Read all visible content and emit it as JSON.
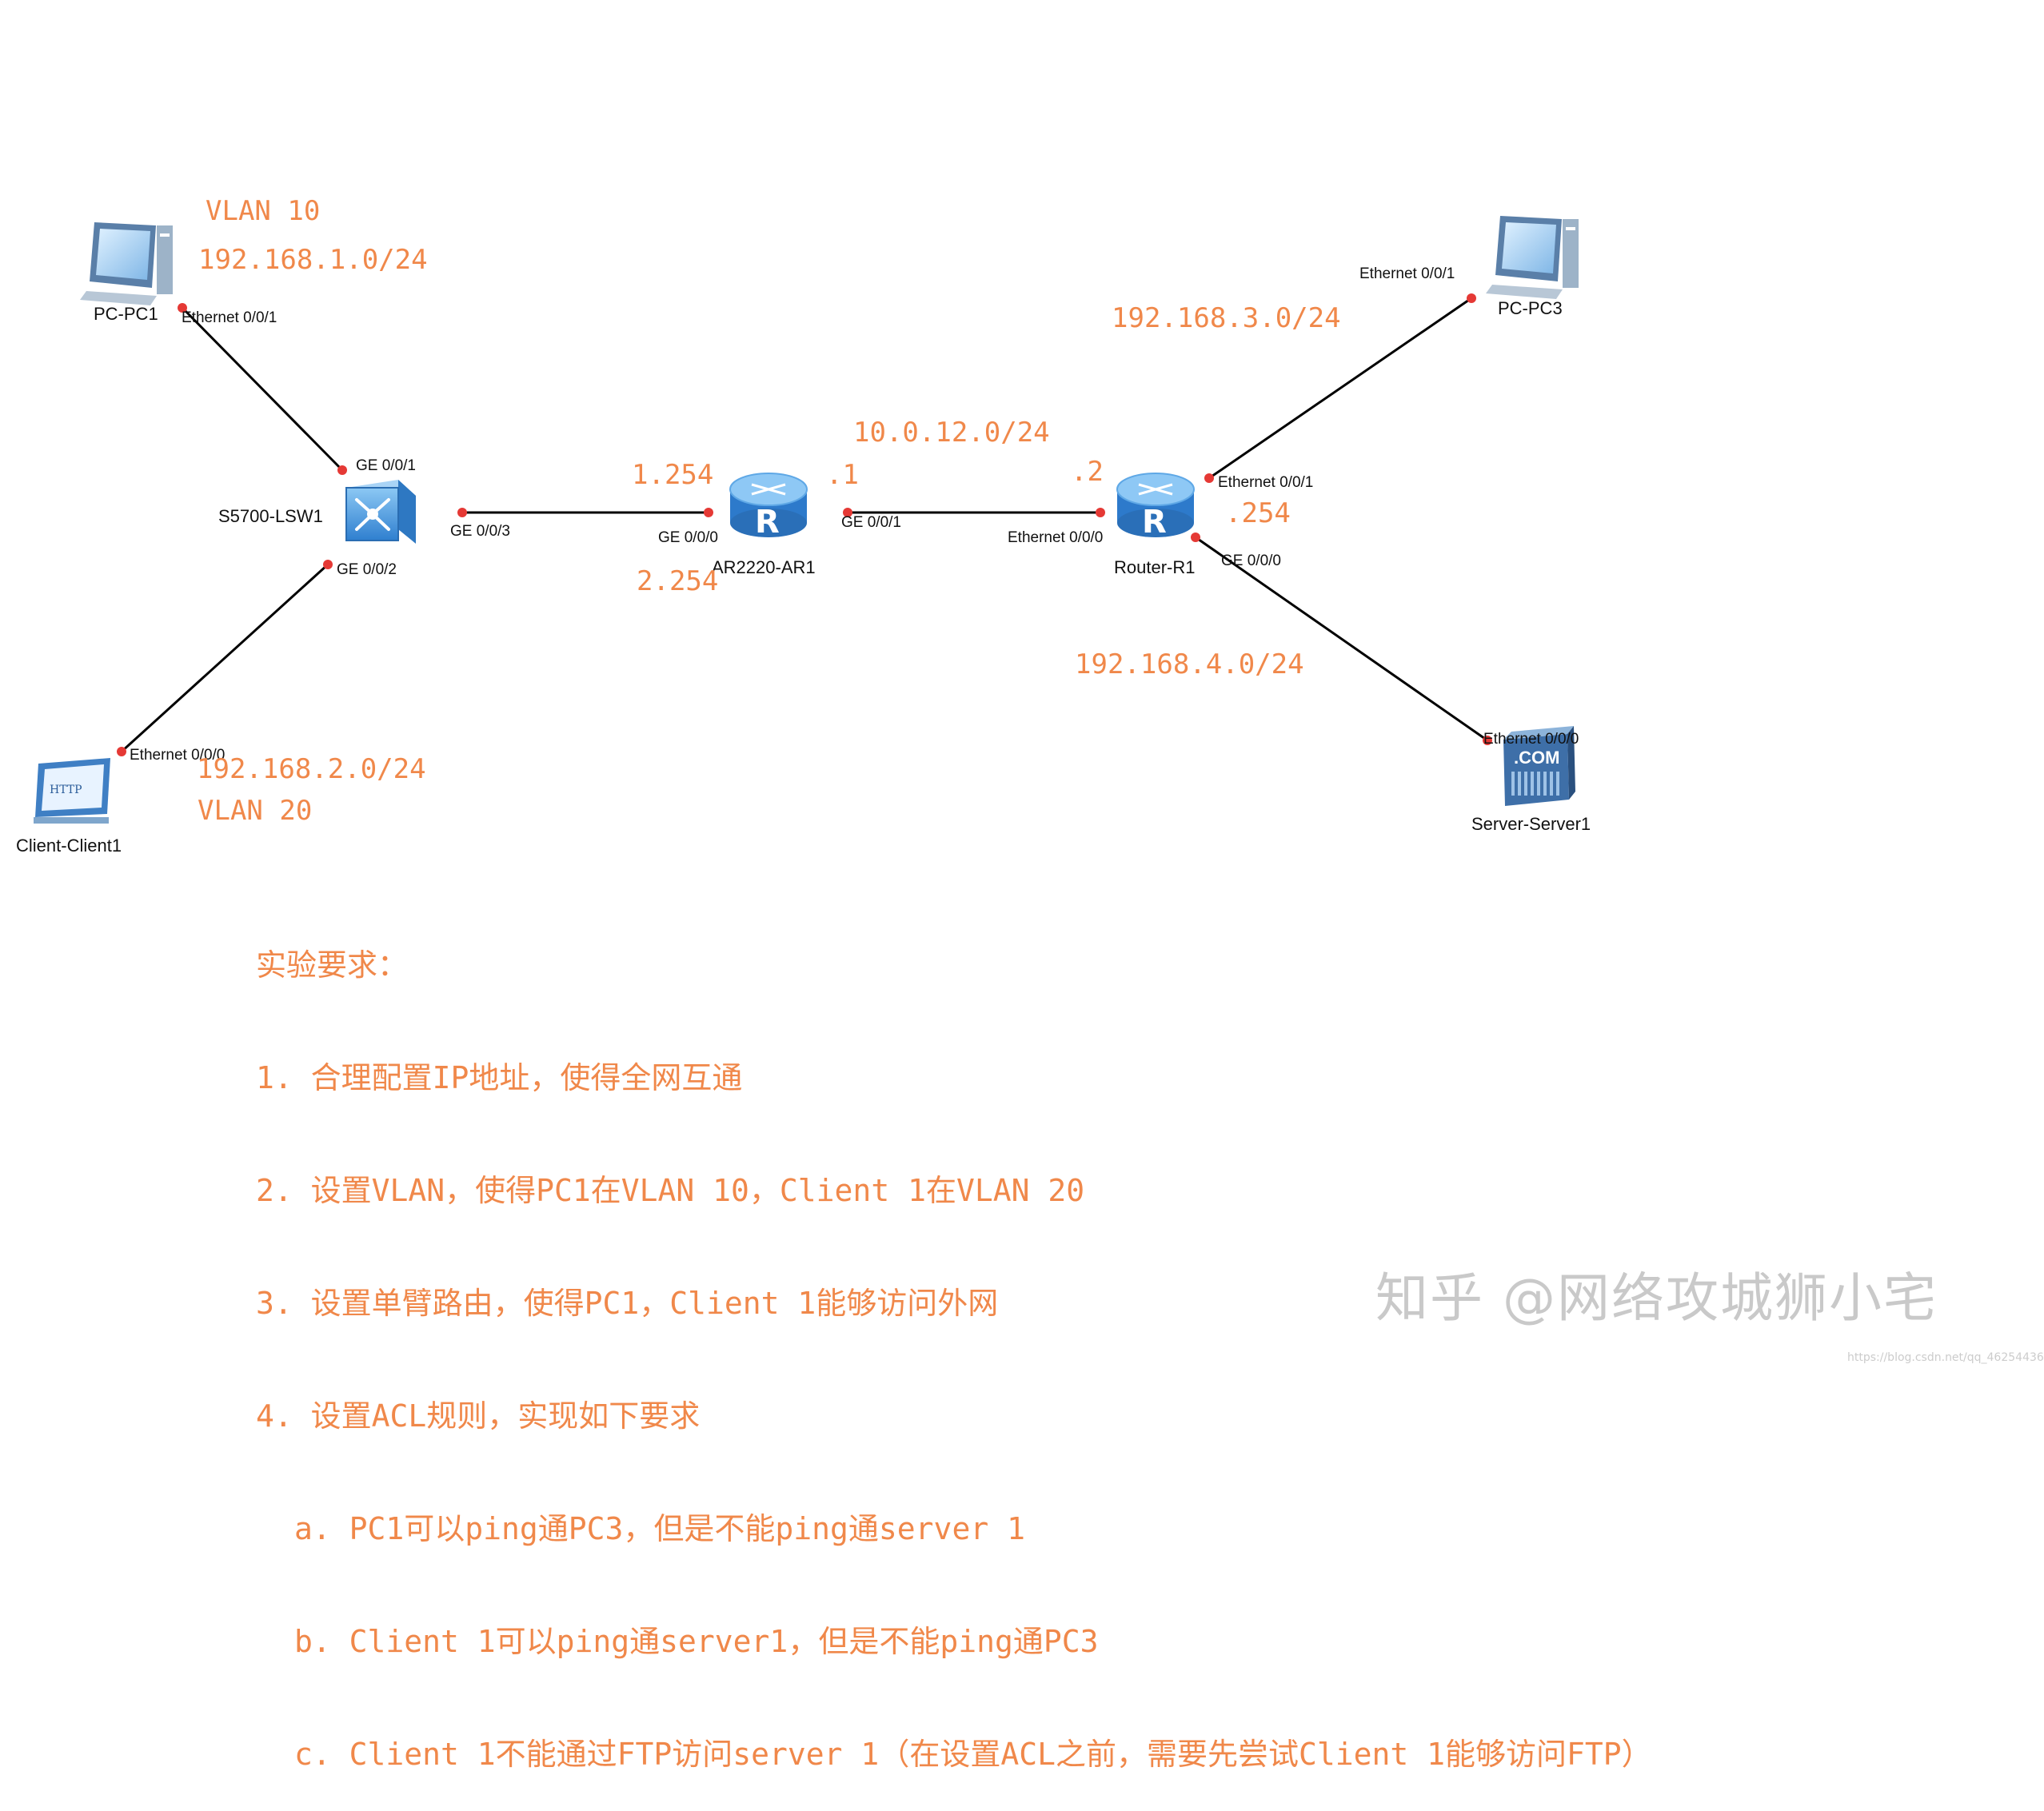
{
  "devices": {
    "pc1": "PC-PC1",
    "lsw1": "S5700-LSW1",
    "ar1": "AR2220-AR1",
    "r1": "Router-R1",
    "pc3": "PC-PC3",
    "client1": "Client-Client1",
    "server1": "Server-Server1",
    "client_icon_text": "HTTP",
    "server_icon_text": ".COM"
  },
  "ports": {
    "pc1_eth": "Ethernet 0/0/1",
    "lsw_ge001": "GE 0/0/1",
    "lsw_ge003": "GE 0/0/3",
    "lsw_ge002": "GE 0/0/2",
    "client_eth": "Ethernet 0/0/0",
    "ar1_ge000": "GE 0/0/0",
    "ar1_ge001": "GE 0/0/1",
    "r1_eth000": "Ethernet 0/0/0",
    "r1_eth001": "Ethernet 0/0/1",
    "r1_ge000": "GE 0/0/0",
    "pc3_eth": "Ethernet 0/0/1",
    "server_eth": "Ethernet 0/0/0"
  },
  "annotations": {
    "vlan10": "VLAN 10",
    "net1": "192.168.1.0/24",
    "net2": "192.168.2.0/24",
    "vlan20": "VLAN 20",
    "ar1_gw1": "1.254",
    "ar1_gw2": "2.254",
    "net12": "10.0.12.0/24",
    "ar1_dot1": ".1",
    "r1_dot2": ".2",
    "net3": "192.168.3.0/24",
    "r1_dot254": ".254",
    "net4": "192.168.4.0/24"
  },
  "requirements": {
    "title": "实验要求：",
    "r1": "1. 合理配置IP地址，使得全网互通",
    "r2": "2. 设置VLAN，使得PC1在VLAN 10，Client 1在VLAN 20",
    "r3": "3. 设置单臂路由，使得PC1，Client 1能够访问外网",
    "r4": "4. 设置ACL规则，实现如下要求",
    "r4a": "a. PC1可以ping通PC3，但是不能ping通server 1",
    "r4b": "b. Client 1可以ping通server1，但是不能ping通PC3",
    "r4c": "c. Client 1不能通过FTP访问server 1（在设置ACL之前，需要先尝试Client 1能够访问FTP）"
  },
  "watermark": "知乎 @网络攻城狮小宅",
  "source_url": "https://blog.csdn.net/qq_46254436",
  "colors": {
    "annotation": "#f0884a",
    "link": "#000000",
    "port_dot": "#e53935",
    "device_blue": "#3a8ed8"
  }
}
